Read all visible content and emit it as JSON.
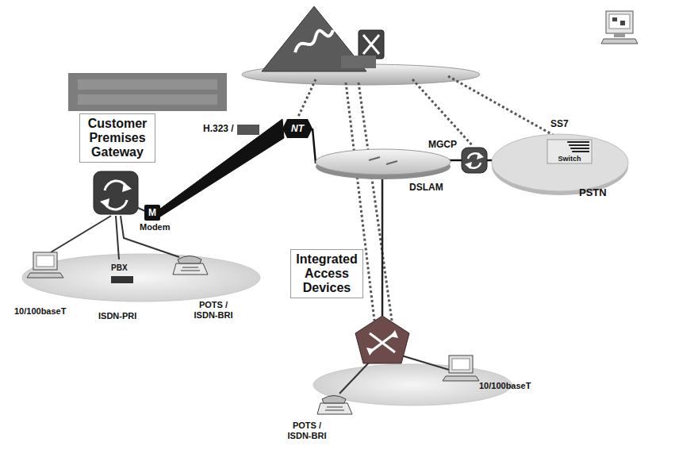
{
  "diagram": {
    "nodes": [
      {
        "text": [
          "Customer Premises Gateway"
        ]
      },
      {
        "text": [
          "M",
          "Modem"
        ]
      },
      {
        "text": [
          "NT"
        ]
      },
      {
        "text": [
          "DSLAM"
        ]
      },
      {
        "text": [
          "PSTN"
        ]
      },
      {
        "text": [
          "Switch"
        ],
        "in": 4
      },
      {
        "text": [
          "Integrated Access Devices"
        ]
      }
    ],
    "edges": [
      {
        "from": 1,
        "to": 2,
        "arrow": "none"
      },
      {
        "from": 2,
        "to": 3,
        "arrow": "none"
      },
      {
        "from": 3,
        "to": 5,
        "arrow": "none"
      }
    ],
    "labels": [
      "H.323 /",
      "MGCP",
      "SS7",
      "10/100baseT",
      "PBX",
      "ISDN-PRI",
      "POTS / ISDN-BRI",
      "10/100baseT",
      "POTS / ISDN-BRI"
    ]
  }
}
